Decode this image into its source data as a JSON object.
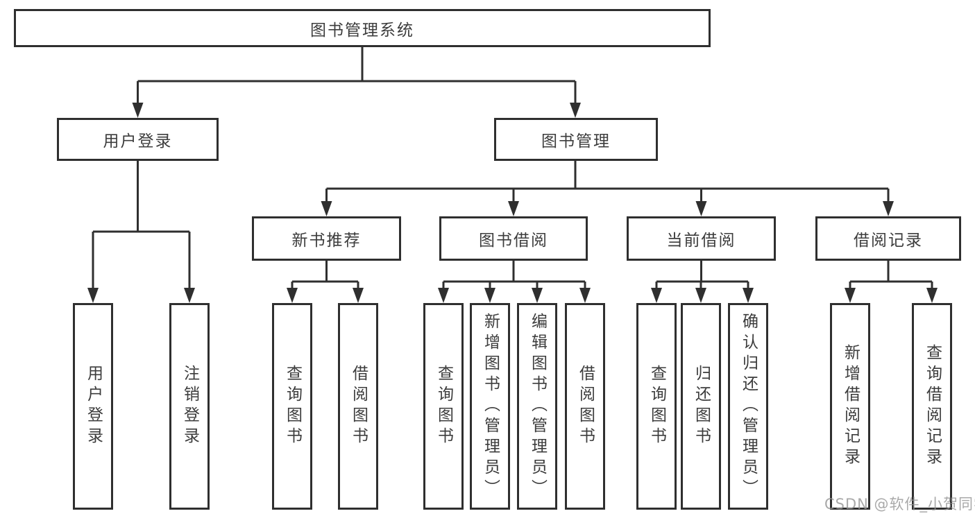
{
  "diagram_type": "hierarchy-tree",
  "hierarchy": {
    "root": "图书管理系统",
    "children": [
      {
        "label": "用户登录",
        "children": [
          "用户登录",
          "注销登录"
        ]
      },
      {
        "label": "图书管理",
        "children": [
          {
            "label": "新书推荐",
            "children": [
              "查询图书",
              "借阅图书"
            ]
          },
          {
            "label": "图书借阅",
            "children": [
              "查询图书",
              "新增图书（管理员）",
              "编辑图书（管理员）",
              "借阅图书"
            ]
          },
          {
            "label": "当前借阅",
            "children": [
              "查询图书",
              "归还图书",
              "确认归还（管理员）"
            ]
          },
          {
            "label": "借阅记录",
            "children": [
              "新增借阅记录",
              "查询借阅记录"
            ]
          }
        ]
      }
    ]
  },
  "watermark": {
    "text": "CSDN @软件_小贺同学"
  },
  "colors": {
    "line": "#2f2f2f",
    "box_border": "#2f2f2f",
    "text": "#3c3c3c",
    "watermark": "#949494",
    "background": "#ffffff"
  }
}
